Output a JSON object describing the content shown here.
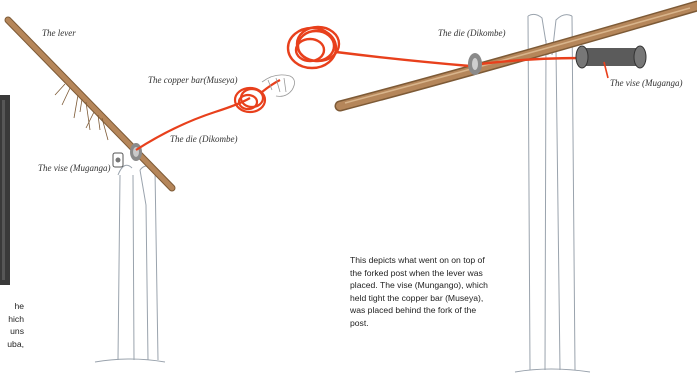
{
  "labels": {
    "lever": "The lever",
    "copper_bar": "The copper bar(Museya)",
    "die_left": "The die (Dikombe)",
    "vise_left": "The vise (Muganga)",
    "die_right": "The die (Dikombe)",
    "vise_right": "The vise (Muganga)"
  },
  "caption": {
    "lines": [
      "This depicts what went on on top of",
      "the forked post when the lever was",
      "placed. The vise (Mungango), which",
      "held tight the copper bar (Museya),",
      "was placed behind the fork of the",
      "post."
    ]
  },
  "cropped_text": {
    "lines": [
      "he",
      "hich",
      "uns",
      "uba,"
    ]
  },
  "colors": {
    "wood": "#b5865a",
    "wood_dark": "#7d5a36",
    "copper_wire": "#e8401c",
    "post_outline": "#9aa3ad",
    "die_metal": "#8a8a8a"
  }
}
